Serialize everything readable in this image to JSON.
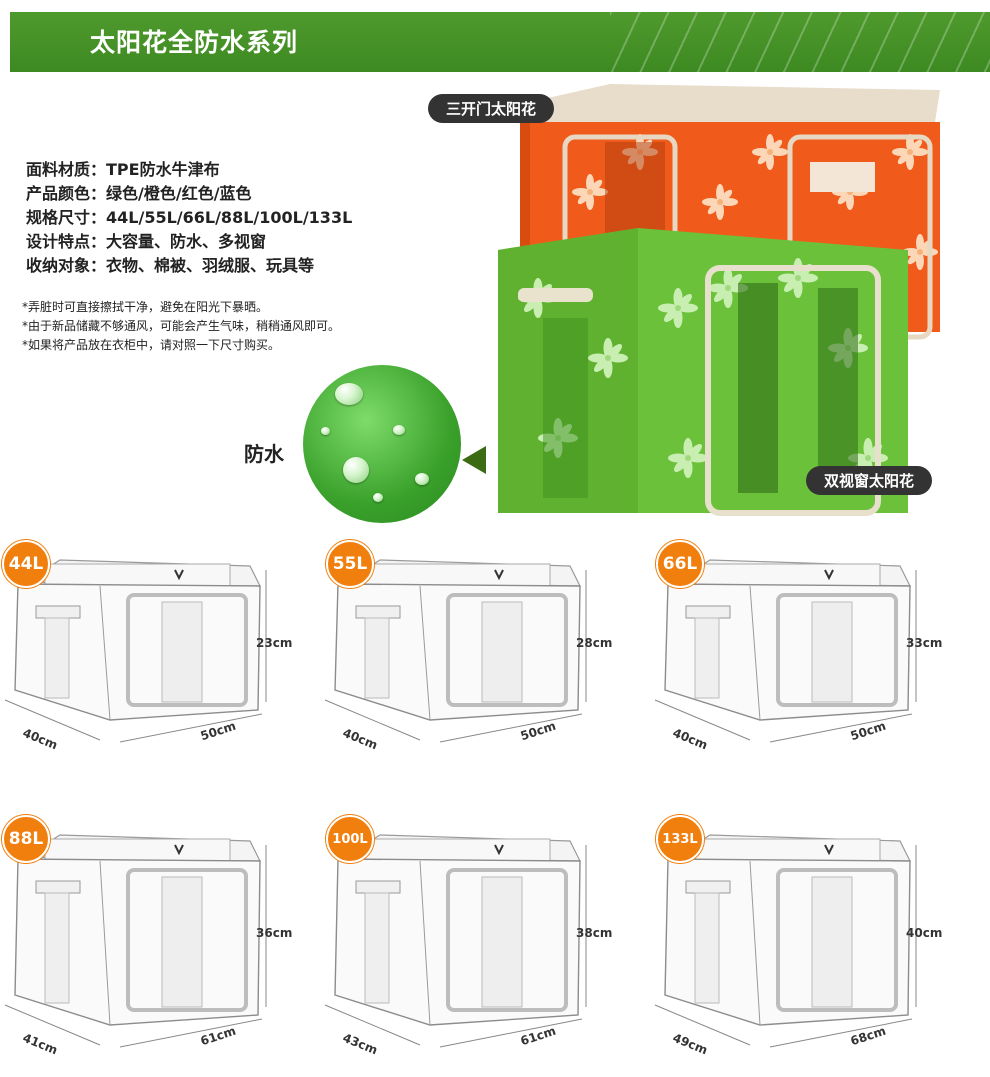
{
  "header": {
    "title": "太阳花全防水系列"
  },
  "specs": [
    {
      "label": "面料材质：",
      "value": "TPE防水牛津布"
    },
    {
      "label": "产品颜色：",
      "value": "绿色/橙色/红色/蓝色"
    },
    {
      "label": "规格尺寸：",
      "value": "44L/55L/66L/88L/100L/133L"
    },
    {
      "label": "设计特点：",
      "value": "大容量、防水、多视窗"
    },
    {
      "label": "收纳对象：",
      "value": "衣物、棉被、羽绒服、玩具等"
    }
  ],
  "notes": [
    "*弄脏时可直接擦拭干净，避免在阳光下暴晒。",
    "*由于新品储藏不够通风，可能会产生气味，稍稍通风即可。",
    "*如果将产品放在衣柜中，请对照一下尺寸购买。"
  ],
  "products": {
    "orange_label": "三开门太阳花",
    "green_label": "双视窗太阳花",
    "waterproof_label": "防水"
  },
  "colors": {
    "banner": "#4a9a2a",
    "orange": "#f05a1a",
    "green": "#6cc13a",
    "badge": "#f07f0e"
  },
  "sizes": [
    {
      "badge": "44L",
      "height": "23cm",
      "depth": "40cm",
      "width": "50cm"
    },
    {
      "badge": "55L",
      "height": "28cm",
      "depth": "40cm",
      "width": "50cm"
    },
    {
      "badge": "66L",
      "height": "33cm",
      "depth": "40cm",
      "width": "50cm"
    },
    {
      "badge": "88L",
      "height": "36cm",
      "depth": "41cm",
      "width": "61cm"
    },
    {
      "badge": "100L",
      "height": "38cm",
      "depth": "43cm",
      "width": "61cm"
    },
    {
      "badge": "133L",
      "height": "40cm",
      "depth": "49cm",
      "width": "68cm"
    }
  ]
}
